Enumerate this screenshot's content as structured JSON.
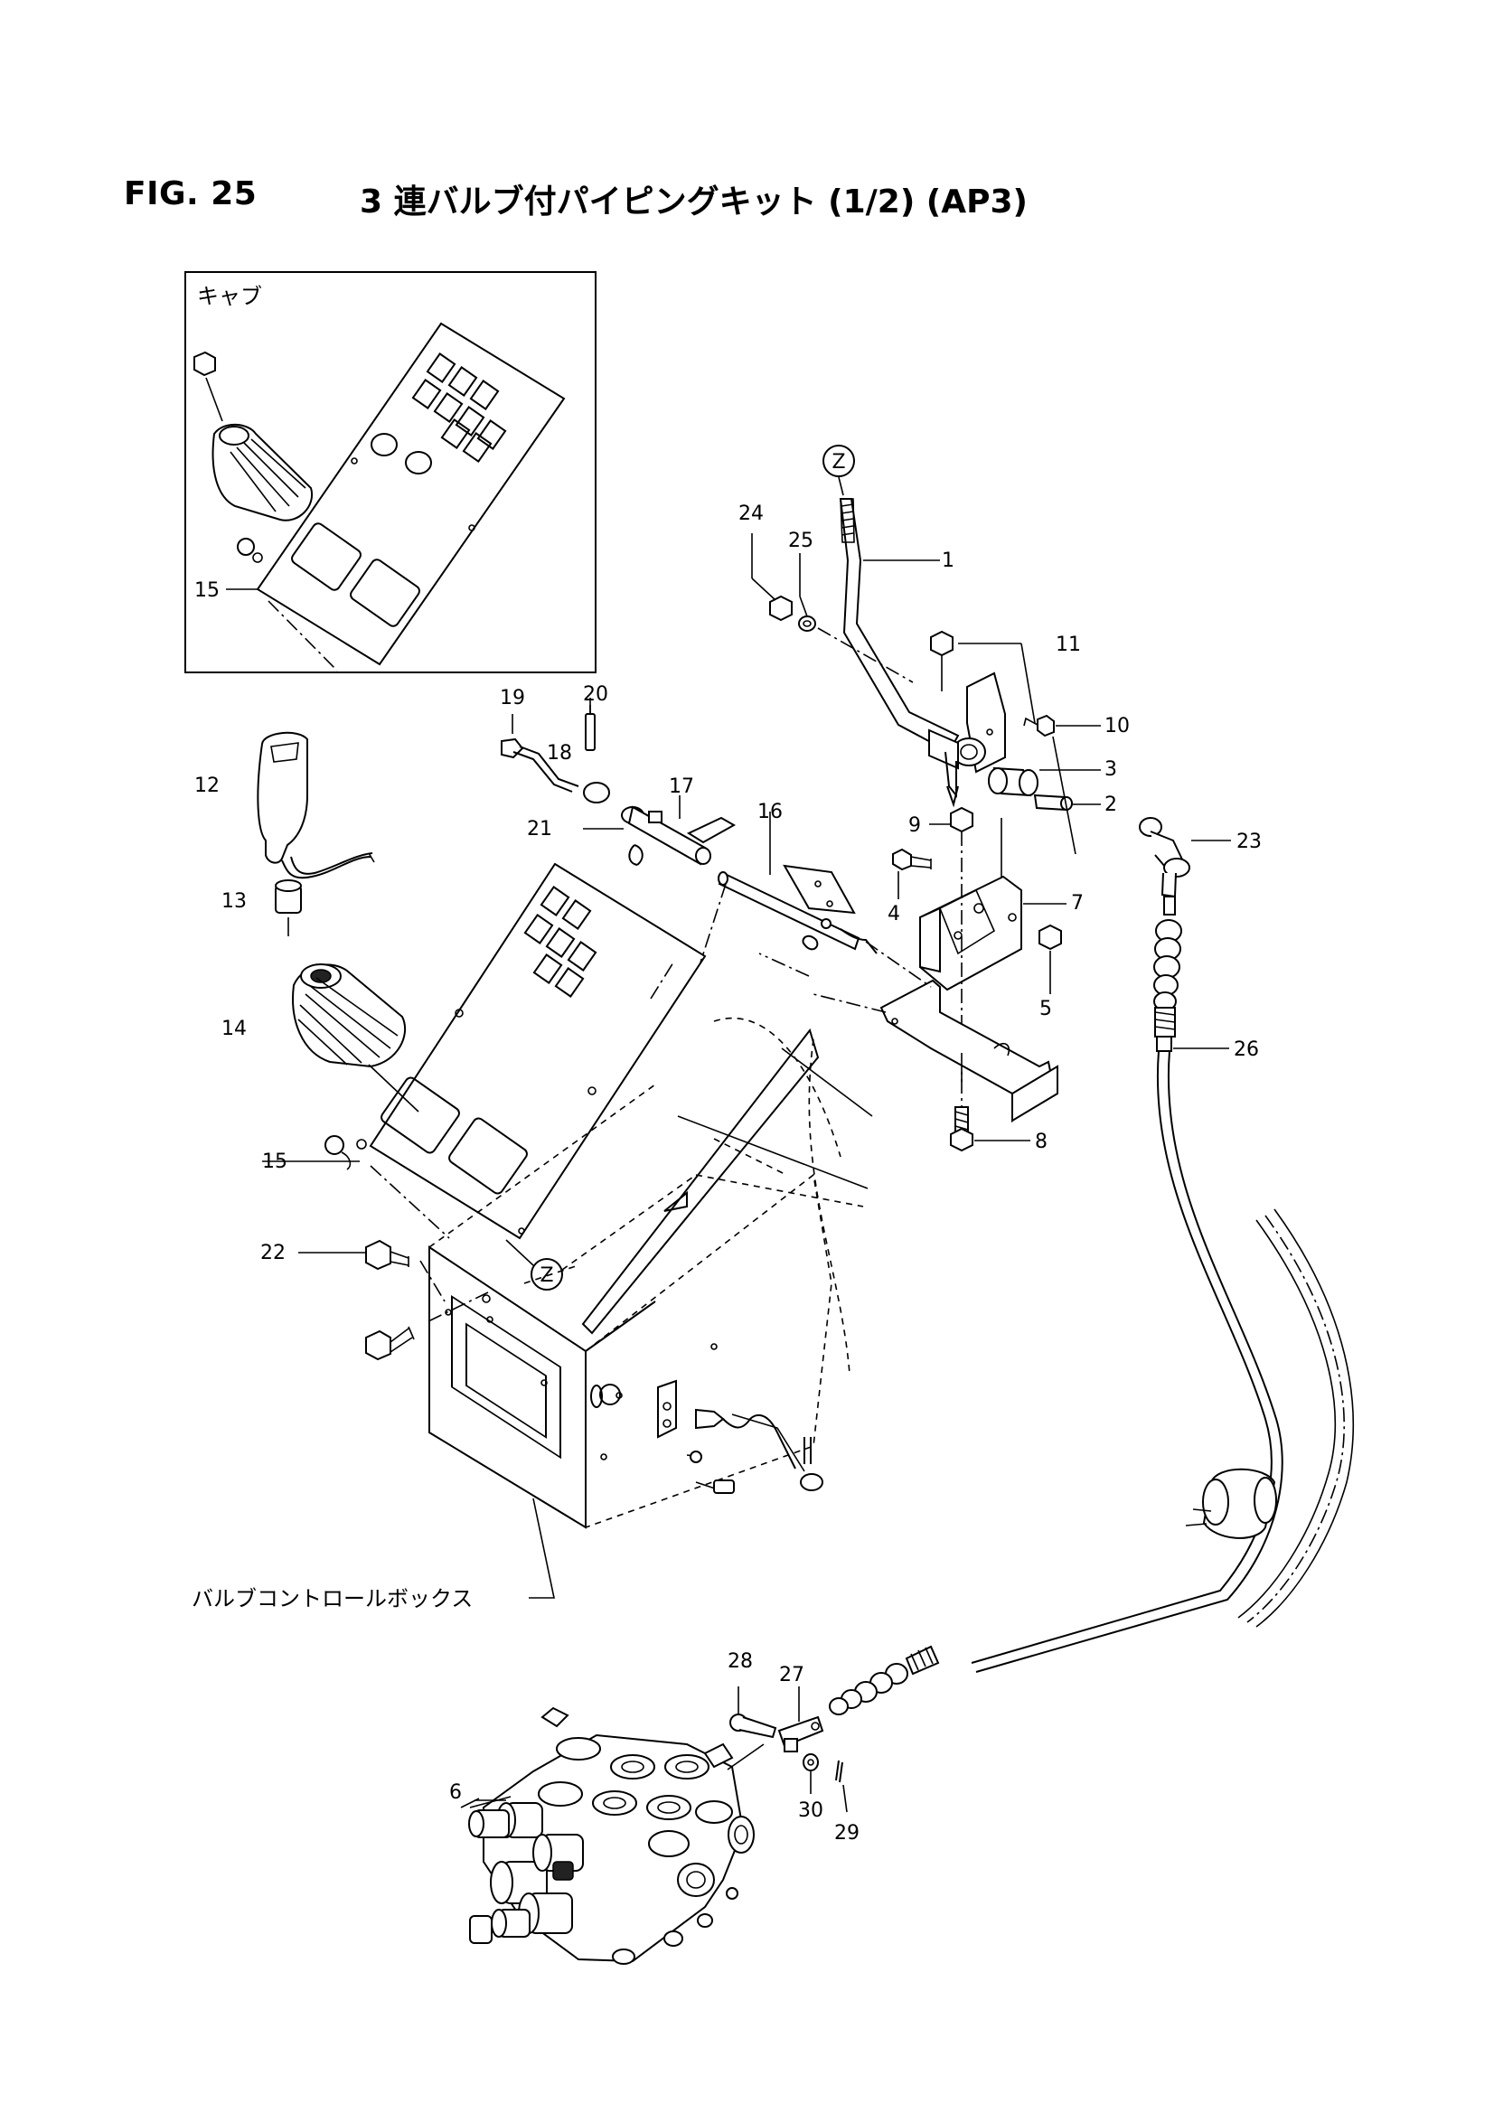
{
  "figure": {
    "number": "FIG. 25",
    "title": "3 連バルブ付パイピングキット (1/2) (AP3)"
  },
  "inset": {
    "label": "キャブ"
  },
  "labels": {
    "valve_control_box": "バルブコントロールボックス",
    "ref_z": "Z"
  },
  "callouts": [
    "1",
    "2",
    "3",
    "4",
    "5",
    "6",
    "7",
    "8",
    "9",
    "10",
    "11",
    "12",
    "13",
    "14",
    "15",
    "15",
    "16",
    "17",
    "18",
    "19",
    "20",
    "21",
    "22",
    "23",
    "24",
    "25",
    "26",
    "27",
    "28",
    "29",
    "30"
  ]
}
